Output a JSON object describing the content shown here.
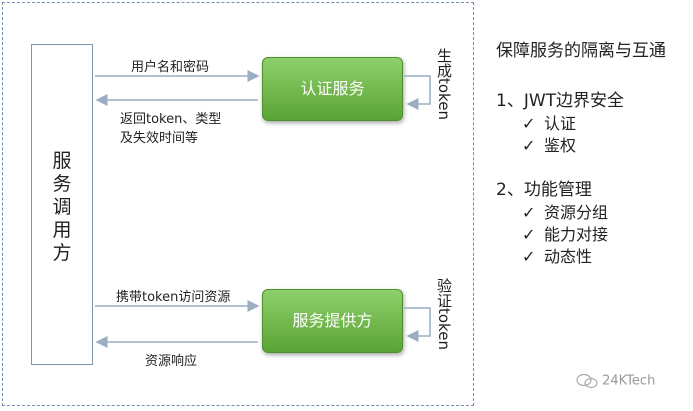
{
  "diagram": {
    "caller_label": "服务调用方",
    "auth_service": "认证服务",
    "provider_service": "服务提供方",
    "arrow_credentials": "用户名和密码",
    "arrow_token_return_line1": "返回token、类型",
    "arrow_token_return_line2": "及失效时间等",
    "generate_token": "生成token",
    "arrow_access": "携带token访问资源",
    "arrow_response": "资源响应",
    "verify_token": "验证token"
  },
  "panel": {
    "title": "保障服务的隔离与互通",
    "sections": [
      {
        "heading": "1、JWT边界安全",
        "items": [
          "认证",
          "鉴权"
        ]
      },
      {
        "heading": "2、功能管理",
        "items": [
          "资源分组",
          "能力对接",
          "动态性"
        ]
      }
    ],
    "check_glyph": "✓"
  },
  "watermark": "24KTech"
}
